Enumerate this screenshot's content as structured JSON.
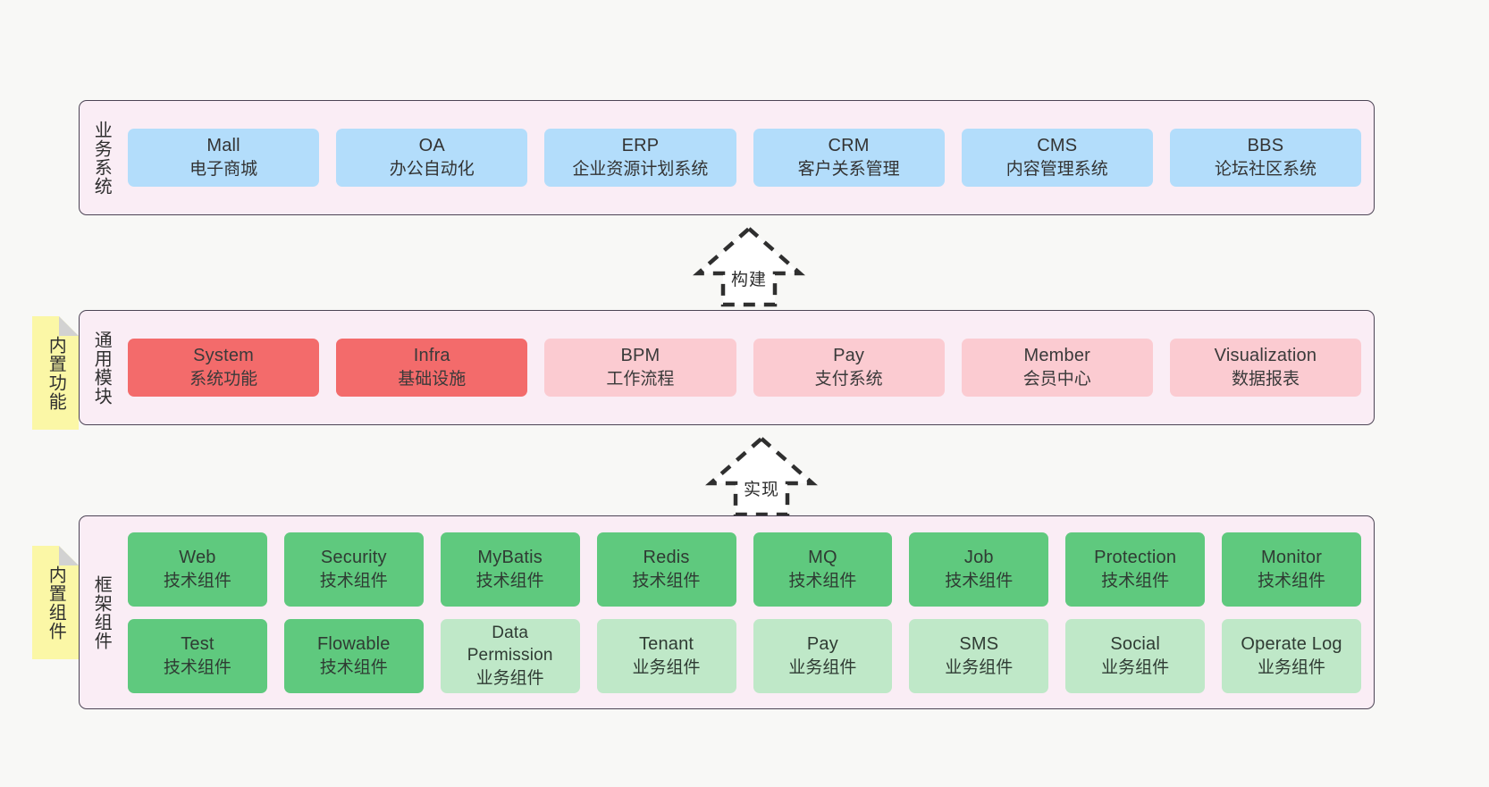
{
  "meta": {
    "background": "#f8f8f6",
    "band_bg": "#faedf5",
    "band_border": "#4c4455",
    "note_bg": "#fbf7a6",
    "blue": "#b3ddfb",
    "red": "#f36b6b",
    "pink": "#fbcbd1",
    "green": "#5fc97e",
    "light_green": "#bfe8c8"
  },
  "layers": [
    {
      "title": "业务系统",
      "note": null,
      "rows": [
        [
          {
            "title": "Mall",
            "sub": "电子商城",
            "color": "c-blue"
          },
          {
            "title": "OA",
            "sub": "办公自动化",
            "color": "c-blue"
          },
          {
            "title": "ERP",
            "sub": "企业资源计划系统",
            "color": "c-blue"
          },
          {
            "title": "CRM",
            "sub": "客户关系管理",
            "color": "c-blue"
          },
          {
            "title": "CMS",
            "sub": "内容管理系统",
            "color": "c-blue"
          },
          {
            "title": "BBS",
            "sub": "论坛社区系统",
            "color": "c-blue"
          }
        ]
      ]
    },
    {
      "title": "通用模块",
      "note": "内置功能",
      "rows": [
        [
          {
            "title": "System",
            "sub": "系统功能",
            "color": "c-red"
          },
          {
            "title": "Infra",
            "sub": "基础设施",
            "color": "c-red"
          },
          {
            "title": "BPM",
            "sub": "工作流程",
            "color": "c-pink"
          },
          {
            "title": "Pay",
            "sub": "支付系统",
            "color": "c-pink"
          },
          {
            "title": "Member",
            "sub": "会员中心",
            "color": "c-pink"
          },
          {
            "title": "Visualization",
            "sub": "数据报表",
            "color": "c-pink"
          }
        ]
      ]
    },
    {
      "title": "框架组件",
      "note": "内置组件",
      "rows": [
        [
          {
            "title": "Web",
            "sub": "技术组件",
            "color": "c-green"
          },
          {
            "title": "Security",
            "sub": "技术组件",
            "color": "c-green"
          },
          {
            "title": "MyBatis",
            "sub": "技术组件",
            "color": "c-green"
          },
          {
            "title": "Redis",
            "sub": "技术组件",
            "color": "c-green"
          },
          {
            "title": "MQ",
            "sub": "技术组件",
            "color": "c-green"
          },
          {
            "title": "Job",
            "sub": "技术组件",
            "color": "c-green"
          },
          {
            "title": "Protection",
            "sub": "技术组件",
            "color": "c-green"
          },
          {
            "title": "Monitor",
            "sub": "技术组件",
            "color": "c-green"
          }
        ],
        [
          {
            "title": "Test",
            "sub": "技术组件",
            "color": "c-green"
          },
          {
            "title": "Flowable",
            "sub": "技术组件",
            "color": "c-green"
          },
          {
            "title": "Data",
            "title2": "Permission",
            "sub": "业务组件",
            "color": "c-lgreen"
          },
          {
            "title": "Tenant",
            "sub": "业务组件",
            "color": "c-lgreen"
          },
          {
            "title": "Pay",
            "sub": "业务组件",
            "color": "c-lgreen"
          },
          {
            "title": "SMS",
            "sub": "业务组件",
            "color": "c-lgreen"
          },
          {
            "title": "Social",
            "sub": "业务组件",
            "color": "c-lgreen"
          },
          {
            "title": "Operate Log",
            "sub": "业务组件",
            "color": "c-lgreen"
          }
        ]
      ]
    }
  ],
  "connectors": [
    {
      "label": "构建"
    },
    {
      "label": "实现"
    }
  ]
}
